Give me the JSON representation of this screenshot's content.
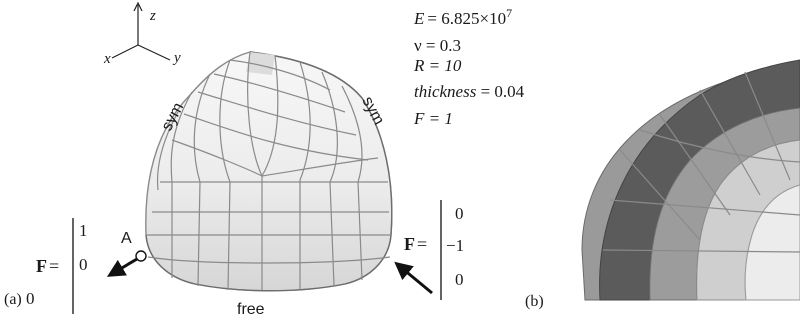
{
  "panel_a": {
    "label": "(a)",
    "axes": {
      "x": "x",
      "y": "y",
      "z": "z"
    },
    "params": {
      "E_lhs": "E",
      "E_mantissa": "= 6.825×10",
      "E_exp": "7",
      "nu": "ν = 0.3",
      "R": "R = 10",
      "thickness_name": "thickness",
      "thickness_val": " = 0.04",
      "F": "F = 1"
    },
    "edge_labels": {
      "left": "sym",
      "right": "sym",
      "bottom": "free"
    },
    "point_label": "A",
    "force_left": {
      "bold": "F",
      "eq": " =",
      "components": [
        "1",
        "0",
        "0"
      ]
    },
    "force_right": {
      "bold": "F",
      "eq": " =",
      "components": [
        "0",
        "−1",
        "0"
      ]
    }
  },
  "panel_b": {
    "label": "(b)"
  }
}
